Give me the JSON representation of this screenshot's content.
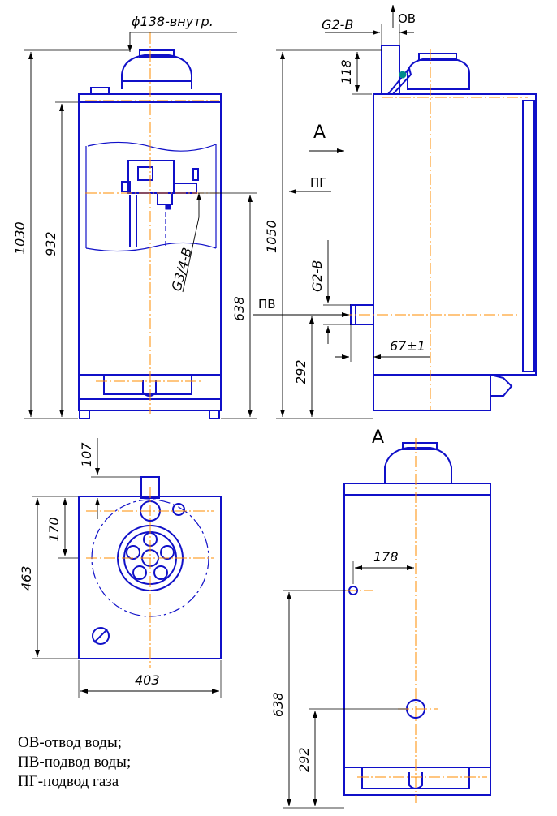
{
  "dimensions": {
    "dia_138": "ϕ138-внутр.",
    "h_1030": "1030",
    "h_932": "932",
    "h_1050": "1050",
    "h_638_front": "638",
    "g3_4": "G3/4-B",
    "g2_top": "G2-B",
    "g2_side": "G2-B",
    "h_118": "118",
    "h_292_side": "292",
    "w_67": "67±1",
    "d_107": "107",
    "d_170": "170",
    "d_463": "463",
    "d_403": "403",
    "d_178": "178",
    "d_638_rear": "638",
    "d_292_rear": "292"
  },
  "labels": {
    "ov": "ОВ",
    "pg": "ПГ",
    "pv": "ПВ",
    "view_a_arrow": "А",
    "view_a_title": "А"
  },
  "legend": [
    "ОВ-отвод воды;",
    "ПВ-подвод воды;",
    "ПГ-подвод газа"
  ],
  "colors": {
    "outline": "#1010c8",
    "centerline": "#ff8c00",
    "dimension": "#000000"
  }
}
